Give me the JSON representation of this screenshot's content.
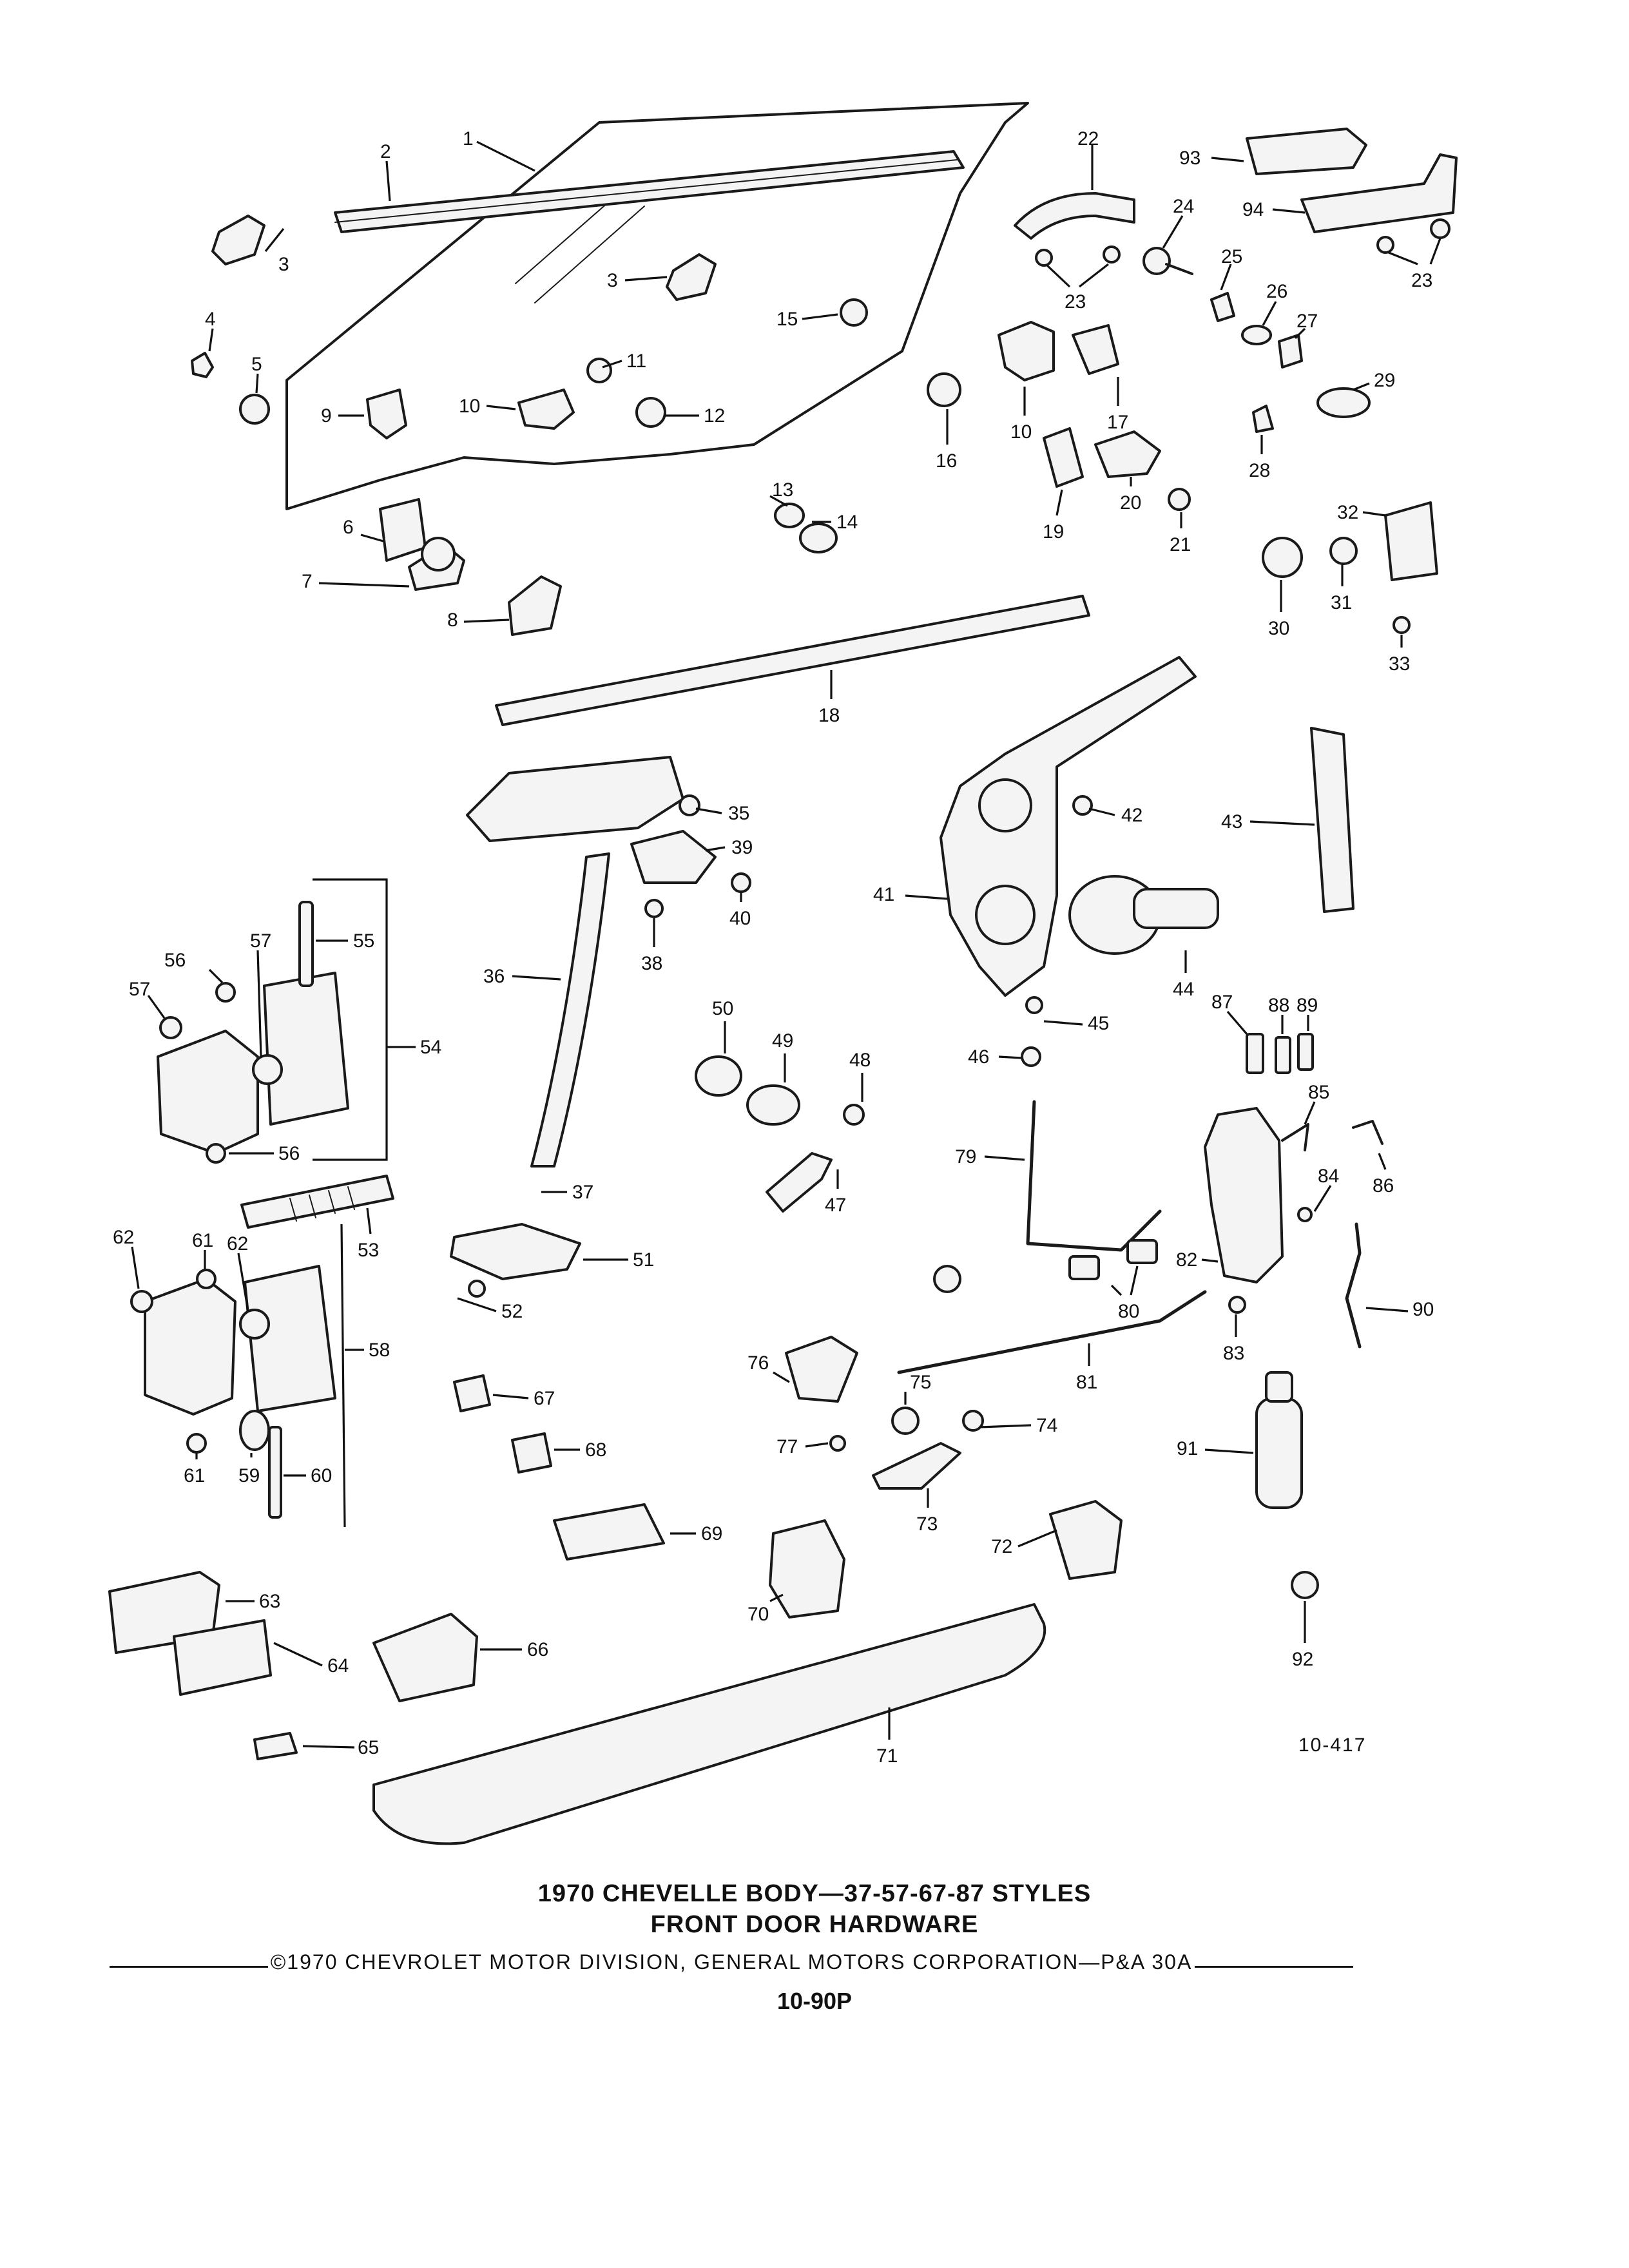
{
  "title_line1": "1970 CHEVELLE BODY—37-57-67-87 STYLES",
  "title_line2": "FRONT DOOR HARDWARE",
  "copyright": "©1970 CHEVROLET MOTOR DIVISION, GENERAL MOTORS CORPORATION—P&A 30A",
  "page_number": "10-90P",
  "figure_ref": "10-417",
  "callouts": [
    "1",
    "2",
    "3",
    "3",
    "4",
    "5",
    "6",
    "7",
    "8",
    "9",
    "10",
    "10",
    "11",
    "12",
    "13",
    "14",
    "15",
    "16",
    "17",
    "18",
    "19",
    "20",
    "21",
    "22",
    "23",
    "23",
    "24",
    "25",
    "26",
    "27",
    "28",
    "29",
    "30",
    "31",
    "32",
    "33",
    "35",
    "36",
    "37",
    "38",
    "39",
    "40",
    "41",
    "42",
    "43",
    "44",
    "45",
    "46",
    "47",
    "48",
    "49",
    "50",
    "51",
    "52",
    "53",
    "54",
    "55",
    "56",
    "56",
    "57",
    "57",
    "58",
    "59",
    "60",
    "61",
    "61",
    "62",
    "62",
    "63",
    "64",
    "65",
    "66",
    "67",
    "68",
    "69",
    "70",
    "71",
    "72",
    "73",
    "74",
    "75",
    "76",
    "77",
    "79",
    "80",
    "81",
    "82",
    "83",
    "84",
    "85",
    "86",
    "87",
    "88",
    "89",
    "90",
    "91",
    "92",
    "93",
    "94"
  ]
}
